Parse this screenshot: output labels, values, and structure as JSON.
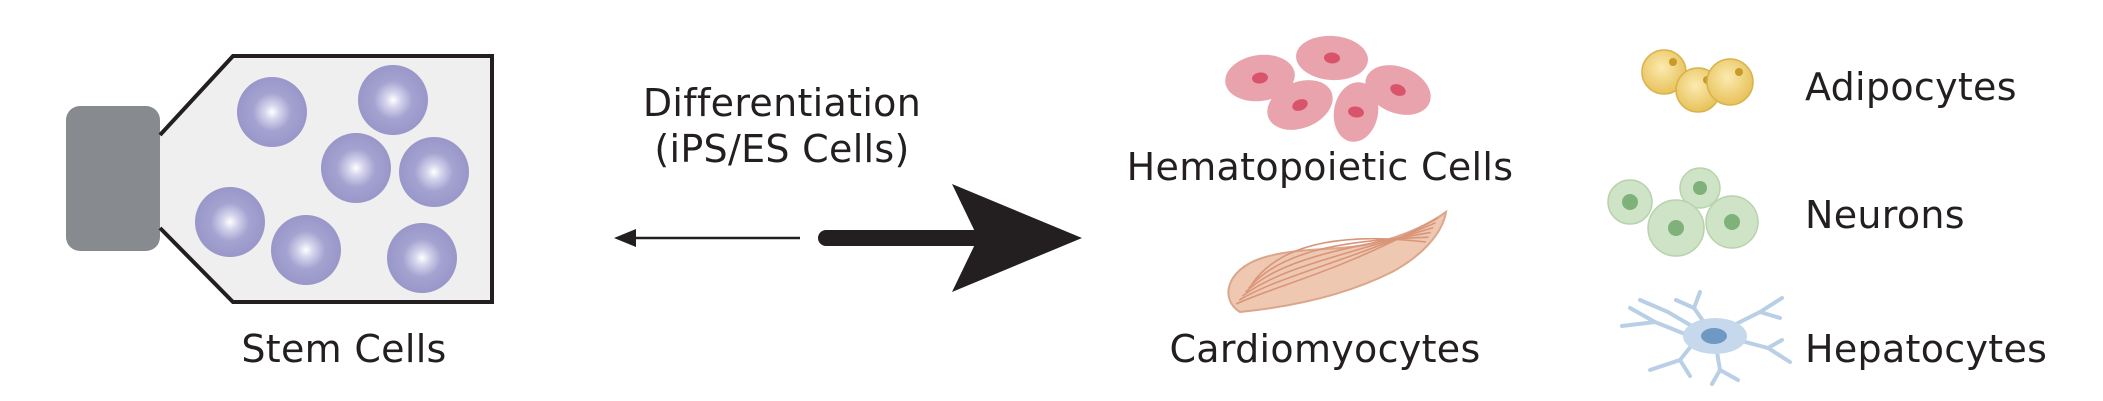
{
  "labels": {
    "stem_cells": "Stem Cells",
    "differentiation_line1": "Differentiation",
    "differentiation_line2": "(iPS/ES Cells)",
    "hematopoietic": "Hematopoietic Cells",
    "cardiomyocytes": "Cardiomyocytes",
    "adipocytes": "Adipocytes",
    "neurons": "Neurons",
    "hepatocytes": "Hepatocytes"
  },
  "colors": {
    "stroke": "#231f20",
    "flask_fill": "#efefef",
    "cap": "#878b8f",
    "stem_cell": "#a4a2d0",
    "blood_cell": "#e8a3ad",
    "blood_nucleus": "#d9546a",
    "cardio": "#efc8b2",
    "adipocyte": "#f1d37a",
    "neuron": "#cfe3c6",
    "neuron_nucleus": "#7fb27a",
    "hepatocyte": "#c6d9ec",
    "hepatocyte_nucleus": "#6f98c4"
  }
}
